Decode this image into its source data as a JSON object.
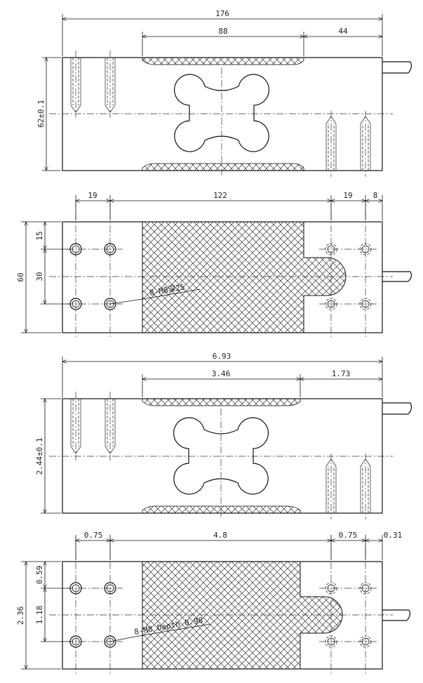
{
  "views": [
    {
      "id": "front-mm",
      "overall_length": "176",
      "top_dim_middle": "88",
      "top_dim_right": "44",
      "height": "62±0.1"
    },
    {
      "id": "top-mm",
      "dim_left": "19",
      "dim_middle": "122",
      "dim_right": "19",
      "dim_far_right": "8",
      "side_total": "60",
      "side_top": "15",
      "side_middle": "30",
      "hole_note": "8-M8深25"
    },
    {
      "id": "front-in",
      "overall_length": "6.93",
      "top_dim_middle": "3.46",
      "top_dim_right": "1.73",
      "height": "2.44±0.1"
    },
    {
      "id": "top-in",
      "dim_left": "0.75",
      "dim_middle": "4.8",
      "dim_right": "0.75",
      "dim_far_right": "0.31",
      "side_total": "2.36",
      "side_top": "0.59",
      "side_middle": "1.18",
      "hole_note": "8-M8 Depth 0.98"
    }
  ]
}
